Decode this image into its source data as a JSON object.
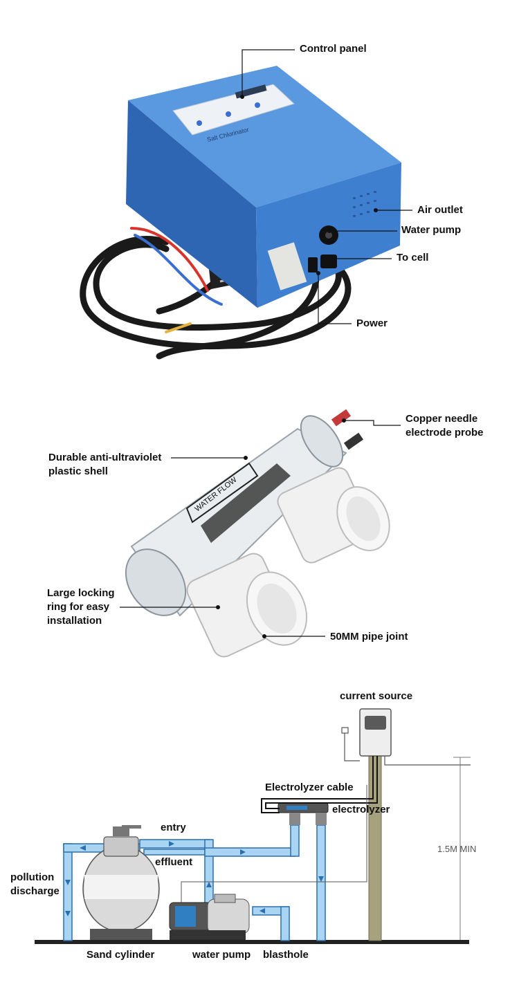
{
  "controller": {
    "brand_text": "Salt Chlorinator",
    "labels": {
      "control_panel": "Control panel",
      "air_outlet": "Air outlet",
      "water_pump": "Water pump",
      "to_cell": "To cell",
      "power": "Power"
    }
  },
  "cell": {
    "flow_text": "WATER FLOW",
    "labels": {
      "copper_probe_line1": "Copper needle",
      "copper_probe_line2": "electrode probe",
      "shell_line1": "Durable anti-ultraviolet",
      "shell_line2": "plastic shell",
      "ring_line1": "Large locking",
      "ring_line2": "ring for easy",
      "ring_line3": "installation",
      "pipe_joint": "50MM pipe joint"
    }
  },
  "installation": {
    "labels": {
      "current_source": "current source",
      "electrolyzer_cable": "Electrolyzer cable",
      "electrolyzer": "electrolyzer",
      "entry": "entry",
      "effluent": "effluent",
      "pollution_line1": "pollution",
      "pollution_line2": "discharge",
      "height": "1.5M MIN",
      "sand_cylinder": "Sand cylinder",
      "water_pump": "water pump",
      "blasthole": "blasthole"
    }
  },
  "colors": {
    "controller_blue": "#3f7fd0",
    "pipe_blue": "#a9d4f2",
    "pipe_outline": "#2a6fae",
    "post": "#a7a27e",
    "ground": "#222222"
  }
}
